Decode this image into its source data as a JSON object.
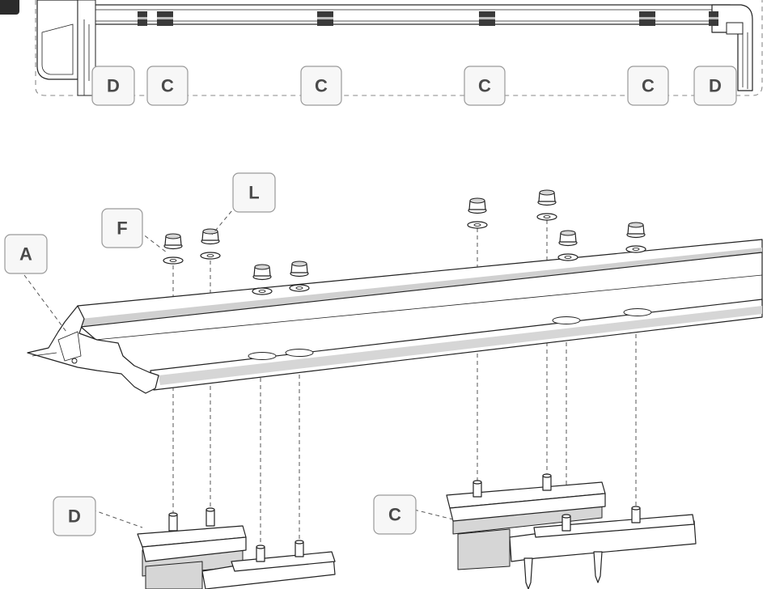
{
  "figure": {
    "step_marker": "",
    "labels": {
      "top_D_left": "D",
      "top_C_1": "C",
      "top_C_2": "C",
      "top_C_3": "C",
      "top_C_4": "C",
      "top_D_right": "D",
      "A": "A",
      "F": "F",
      "L": "L",
      "D": "D",
      "C": "C"
    }
  }
}
